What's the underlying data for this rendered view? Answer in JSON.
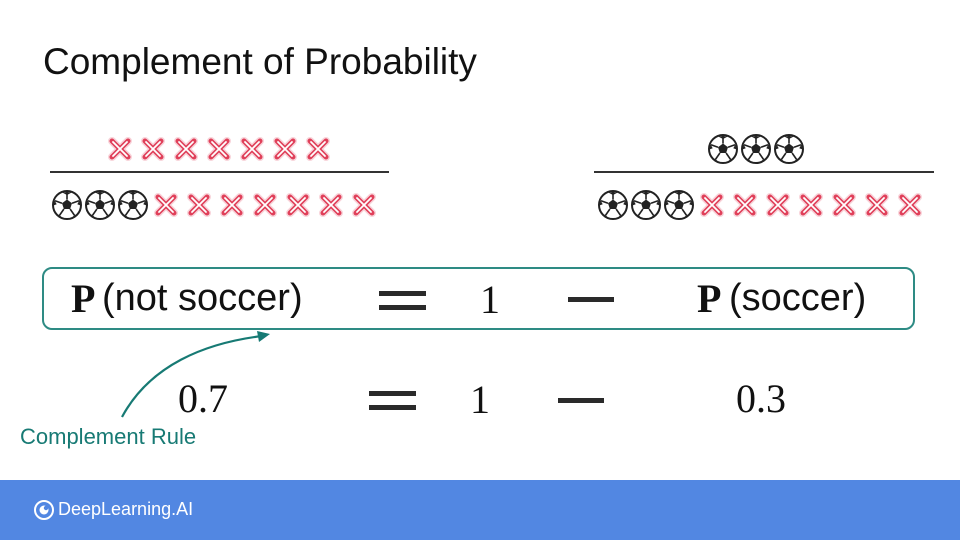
{
  "slide": {
    "title": "Complement of Probability"
  },
  "left_fraction": {
    "numerator": {
      "cross_icons": 7,
      "soccer_icons": 0
    },
    "denominator": {
      "soccer_icons": 3,
      "cross_icons": 7
    }
  },
  "right_fraction": {
    "numerator": {
      "soccer_icons": 3,
      "cross_icons": 0
    },
    "denominator": {
      "soccer_icons": 3,
      "cross_icons": 7
    }
  },
  "formula": {
    "p_symbol_left": "P",
    "left_event": "(not soccer)",
    "one": "1",
    "p_symbol_right": "P",
    "right_event": "(soccer)"
  },
  "numeric": {
    "left": "0.7",
    "one": "1",
    "right": "0.3"
  },
  "annotation": {
    "label": "Complement Rule"
  },
  "colors": {
    "accent": "#2e8b84",
    "annotation_text": "#177a74",
    "cross": "#e0405a",
    "footer": "#5287e2"
  },
  "icons": {
    "ball": "soccer-ball-icon",
    "cross": "cross-icon"
  },
  "footer": {
    "brand": "DeepLearning.AI"
  }
}
